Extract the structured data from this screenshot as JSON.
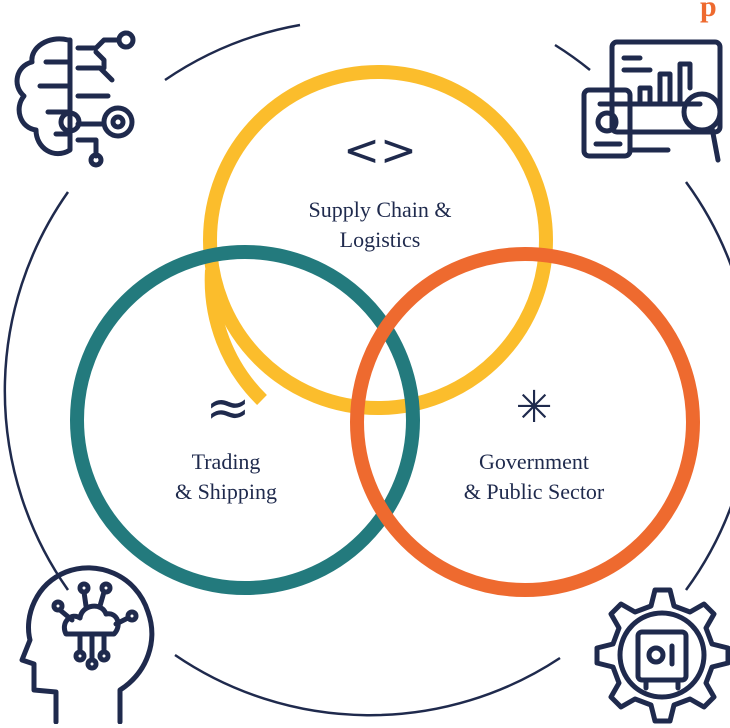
{
  "colors": {
    "navy": "#1f2a4d",
    "yellow": "#fbbd2c",
    "teal": "#237a7d",
    "orange": "#ee6a2f"
  },
  "header": {
    "partial_text": "p"
  },
  "circles": {
    "top": {
      "symbol": "<>",
      "line1": "Supply Chain &",
      "line2": "Logistics",
      "color": "yellow"
    },
    "left": {
      "symbol": "≈",
      "line1": "Trading",
      "line2": "& Shipping",
      "color": "teal"
    },
    "right": {
      "symbol": "✳",
      "line1": "Government",
      "line2": "& Public Sector",
      "color": "orange"
    }
  },
  "icons": {
    "top_left": "brain-circuit-icon",
    "top_right": "analytics-dashboard-icon",
    "bottom_left": "head-cloud-icon",
    "bottom_right": "safe-gear-icon"
  }
}
